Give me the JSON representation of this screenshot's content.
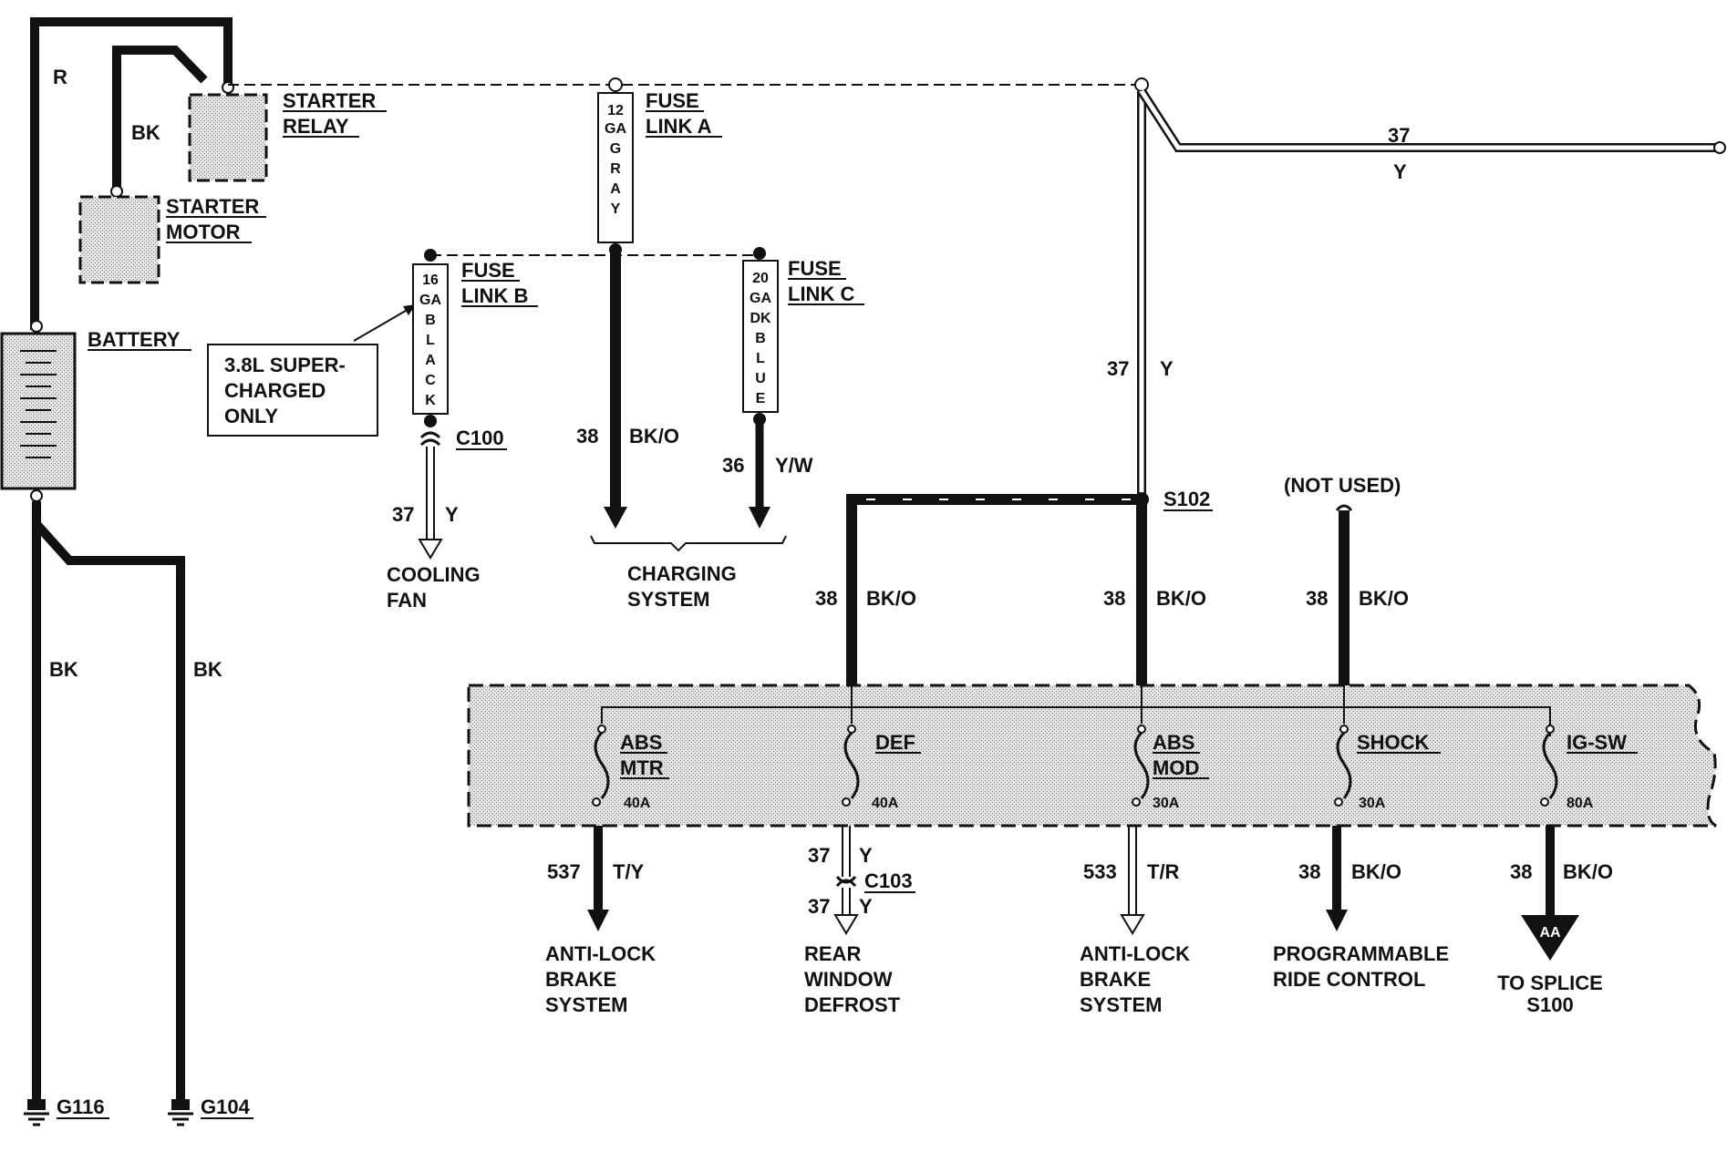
{
  "starter": {
    "relay_line1": "STARTER",
    "relay_line2": "RELAY",
    "motor_line1": "STARTER",
    "motor_line2": "MOTOR",
    "wire_r": "R",
    "wire_bk": "BK"
  },
  "battery": {
    "label": "BATTERY",
    "wire_bk_left": "BK",
    "wire_bk_right": "BK",
    "ground_left": "G116",
    "ground_right": "G104"
  },
  "note": {
    "line1": "3.8L SUPER-",
    "line2": "CHARGED",
    "line3": "ONLY"
  },
  "fuse_link_a": {
    "line1": "FUSE",
    "line2": "LINK A",
    "spec": [
      "12",
      "GA",
      "G",
      "R",
      "A",
      "Y"
    ],
    "circuit": "38",
    "color": "BK/O"
  },
  "fuse_link_b": {
    "line1": "FUSE",
    "line2": "LINK B",
    "spec": [
      "16",
      "GA",
      "B",
      "L",
      "A",
      "C",
      "K"
    ],
    "connector": "C100",
    "circuit": "37",
    "color": "Y",
    "dest_line1": "COOLING",
    "dest_line2": "FAN"
  },
  "fuse_link_c": {
    "line1": "FUSE",
    "line2": "LINK C",
    "spec": [
      "20",
      "GA",
      "DK",
      "B",
      "L",
      "U",
      "E"
    ],
    "circuit": "36",
    "color": "Y/W"
  },
  "charging": {
    "line1": "CHARGING",
    "line2": "SYSTEM"
  },
  "main_feed": {
    "top_circuit": "37",
    "top_color": "Y",
    "vert_circuit": "37",
    "vert_color": "Y",
    "splice": "S102",
    "not_used": "(NOT USED)"
  },
  "feeds": [
    {
      "circuit": "38",
      "color": "BK/O"
    },
    {
      "circuit": "38",
      "color": "BK/O"
    },
    {
      "circuit": "38",
      "color": "BK/O"
    }
  ],
  "fuses": [
    {
      "line1": "ABS",
      "line2": "MTR",
      "rating": "40A",
      "circuit": "537",
      "color": "T/Y",
      "dest": [
        "ANTI-LOCK",
        "BRAKE",
        "SYSTEM"
      ]
    },
    {
      "line1": "DEF",
      "line2": "",
      "rating": "40A",
      "circuit": "37",
      "color": "Y",
      "connector": "C103",
      "circuit2": "37",
      "color2": "Y",
      "dest": [
        "REAR",
        "WINDOW",
        "DEFROST"
      ]
    },
    {
      "line1": "ABS",
      "line2": "MOD",
      "rating": "30A",
      "circuit": "533",
      "color": "T/R",
      "dest": [
        "ANTI-LOCK",
        "BRAKE",
        "SYSTEM"
      ]
    },
    {
      "line1": "SHOCK",
      "line2": "",
      "rating": "30A",
      "circuit": "38",
      "color": "BK/O",
      "dest": [
        "PROGRAMMABLE",
        "RIDE CONTROL"
      ]
    },
    {
      "line1": "IG-SW",
      "line2": "",
      "rating": "80A",
      "circuit": "38",
      "color": "BK/O",
      "marker": "AA",
      "dest": [
        "TO SPLICE",
        "S100"
      ]
    }
  ]
}
